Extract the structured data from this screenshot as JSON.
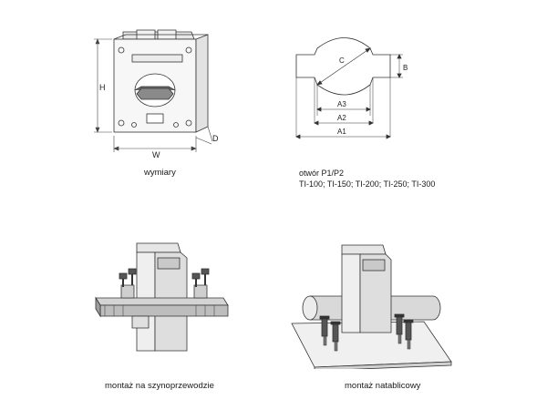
{
  "dimensions_panel": {
    "caption": "wymiary",
    "labels": {
      "height": "H",
      "width": "W",
      "depth": "D"
    }
  },
  "aperture_panel": {
    "caption_line1": "otwór P1/P2",
    "caption_line2": "TI-100; TI-150; TI-200; TI-250; TI-300",
    "labels": {
      "diameter": "C",
      "b": "B",
      "a3": "A3",
      "a2": "A2",
      "a1": "A1"
    }
  },
  "busbar_panel": {
    "caption": "montaż na szynoprzewodzie"
  },
  "panel_mount_panel": {
    "caption": "montaż natablicowy"
  }
}
